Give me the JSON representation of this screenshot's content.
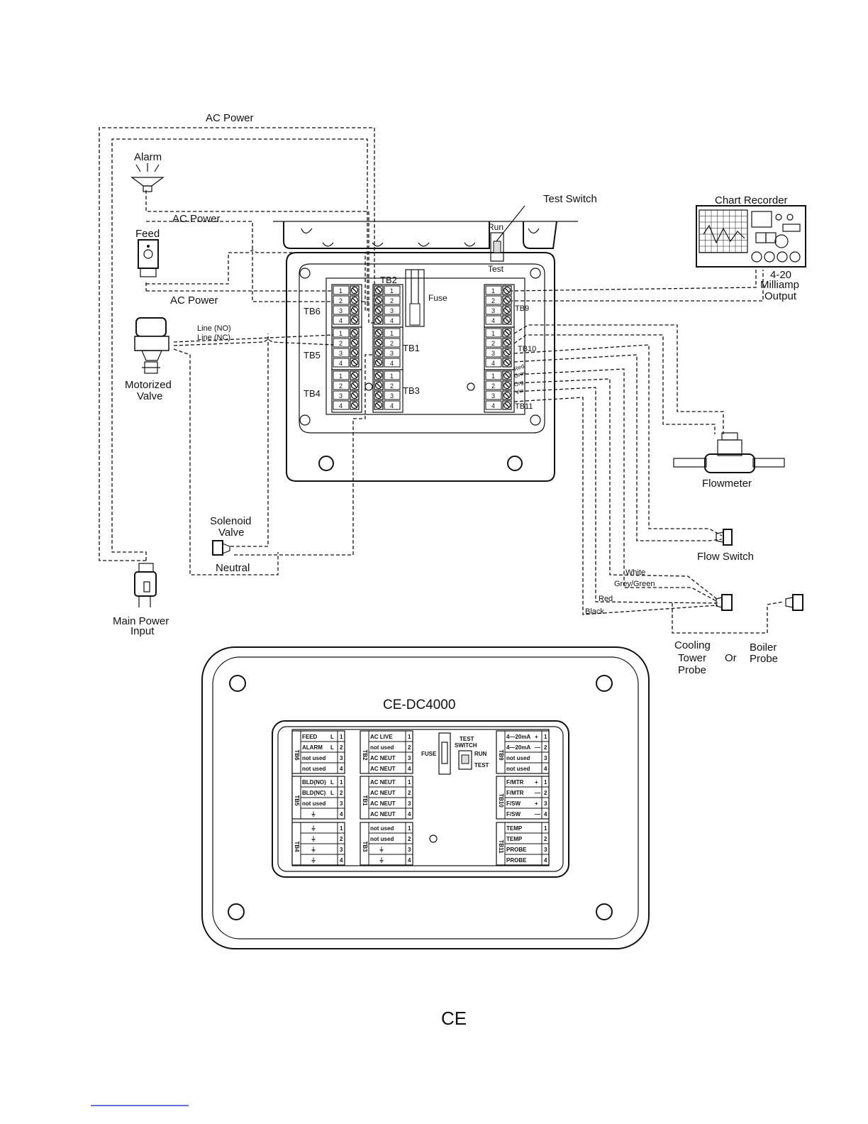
{
  "wiring": {
    "ac_power_top": "AC Power",
    "ac_power_mid": "AC Power",
    "ac_power_low": "AC Power",
    "alarm": "Alarm",
    "feed": "Feed",
    "motorized_valve": [
      "Motorized",
      "Valve"
    ],
    "line_no": "Line (NO)",
    "line_nc": "Line (NC)",
    "solenoid_valve": [
      "Solenoid",
      "Valve"
    ],
    "neutral": "Neutral",
    "main_power": [
      "Main Power",
      "Input"
    ],
    "test_switch": "Test Switch",
    "run": "Run",
    "test": "Test",
    "fuse": "Fuse",
    "chart_recorder": "Chart Recorder",
    "milliamp_output": [
      "4-20",
      "Milliamp",
      "Output"
    ],
    "flowmeter": "Flowmeter",
    "flow_switch": "Flow Switch",
    "white": "White",
    "grey_green": "Grey/Green",
    "red": "Red",
    "black": "Black",
    "cooling_tower_probe": [
      "Cooling",
      "Tower",
      "Probe"
    ],
    "or": "Or",
    "boiler_probe": [
      "Boiler",
      "Probe"
    ],
    "wire_colors": [
      "Red",
      "Grey",
      "Org",
      "Vio"
    ],
    "terminal_blocks": {
      "tb6": "TB6",
      "tb5": "TB5",
      "tb4": "TB4",
      "tb2": "TB2",
      "tb1": "TB1",
      "tb3": "TB3",
      "tb9": "TB9",
      "tb10": "TB10",
      "tb11": "TB11"
    },
    "pin_numbers": [
      "1",
      "2",
      "3",
      "4"
    ]
  },
  "label_panel": {
    "title": "CE-DC4000",
    "tb6": {
      "name": "TB6",
      "rows": [
        [
          "FEED",
          "L",
          "1"
        ],
        [
          "ALARM",
          "L",
          "2"
        ],
        [
          "not used",
          "",
          "3"
        ],
        [
          "not used",
          "",
          "4"
        ]
      ]
    },
    "tb5": {
      "name": "TB5",
      "rows": [
        [
          "BLD(NO)",
          "L",
          "1"
        ],
        [
          "BLD(NC)",
          "L",
          "2"
        ],
        [
          "not used",
          "",
          "3"
        ],
        [
          "⏚",
          "",
          "4"
        ]
      ]
    },
    "tb4": {
      "name": "TB4",
      "rows": [
        [
          "⏚",
          "",
          "1"
        ],
        [
          "⏚",
          "",
          "2"
        ],
        [
          "⏚",
          "",
          "3"
        ],
        [
          "⏚",
          "",
          "4"
        ]
      ]
    },
    "tb2": {
      "name": "TB2",
      "rows": [
        [
          "AC LIVE",
          "",
          "1"
        ],
        [
          "not used",
          "",
          "2"
        ],
        [
          "AC NEUT",
          "",
          "3"
        ],
        [
          "AC NEUT",
          "",
          "4"
        ]
      ]
    },
    "tb1": {
      "name": "TB1",
      "rows": [
        [
          "AC NEUT",
          "",
          "1"
        ],
        [
          "AC NEUT",
          "",
          "2"
        ],
        [
          "AC NEUT",
          "",
          "3"
        ],
        [
          "AC NEUT",
          "",
          "4"
        ]
      ]
    },
    "tb3": {
      "name": "TB3",
      "rows": [
        [
          "not used",
          "",
          "1"
        ],
        [
          "not used",
          "",
          "2"
        ],
        [
          "⏚",
          "",
          "3"
        ],
        [
          "⏚",
          "",
          "4"
        ]
      ]
    },
    "tb9": {
      "name": "TB9",
      "rows": [
        [
          "4—20mA",
          "+",
          "1"
        ],
        [
          "4—20mA",
          "—",
          "2"
        ],
        [
          "not used",
          "",
          "3"
        ],
        [
          "not used",
          "",
          "4"
        ]
      ]
    },
    "tb10": {
      "name": "TB10",
      "rows": [
        [
          "F/MTR",
          "+",
          "1"
        ],
        [
          "F/MTR",
          "—",
          "2"
        ],
        [
          "F/SW",
          "+",
          "3"
        ],
        [
          "F/SW",
          "—",
          "4"
        ]
      ]
    },
    "tb11": {
      "name": "TB11",
      "rows": [
        [
          "TEMP",
          "",
          "1"
        ],
        [
          "TEMP",
          "",
          "2"
        ],
        [
          "PROBE",
          "",
          "3"
        ],
        [
          "PROBE",
          "",
          "4"
        ]
      ]
    },
    "fuse": "FUSE",
    "test_switch": [
      "TEST",
      "SWITCH"
    ],
    "run": "RUN",
    "test": "TEST"
  },
  "ce_mark": "CE"
}
